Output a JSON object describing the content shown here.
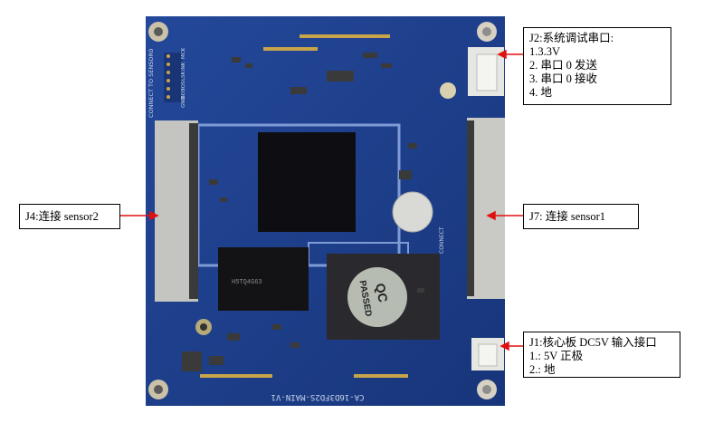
{
  "board": {
    "silk_bottom": "CA-16D3FD2S-MAIN-V1",
    "silk_connect": "CONNECT TO SENSOR0",
    "silk_connect2": "CONNECT",
    "sticker_line1": "QC",
    "sticker_line2": "PASSED",
    "silk_pins": [
      "MCK",
      "INK",
      "LSK",
      "IOS",
      "BOS",
      "GND"
    ]
  },
  "callouts": {
    "j2": {
      "lines": [
        "J2:系统调试串口:",
        "1.3.3V",
        "2. 串口 0 发送",
        "3. 串口 0 接收",
        "4. 地"
      ]
    },
    "j4": {
      "lines": [
        "J4:连接 sensor2"
      ]
    },
    "j7": {
      "lines": [
        "J7: 连接 sensor1"
      ]
    },
    "j1": {
      "lines": [
        "J1:核心板 DC5V 输入接口",
        "1.: 5V 正极",
        "2.: 地"
      ]
    }
  },
  "colors": {
    "pcb": "#1b3f8e",
    "pcb_dark": "#132f6e",
    "silk": "#c8d4ea",
    "arrow": "#e01010"
  }
}
